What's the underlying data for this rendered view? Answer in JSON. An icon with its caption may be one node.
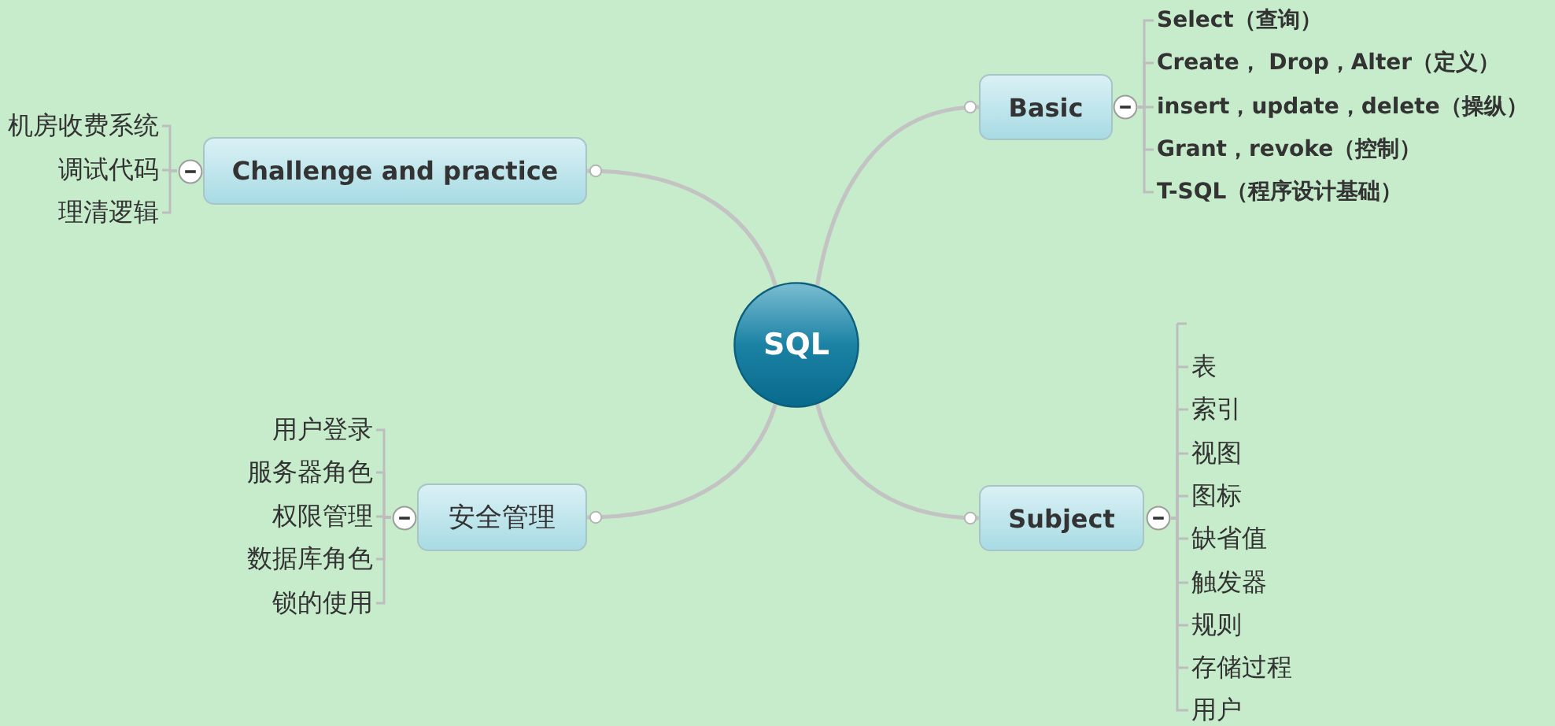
{
  "diagram": {
    "nodes": [
      {
        "text": [
          "SQL"
        ]
      },
      {
        "text": [
          "Basic"
        ]
      },
      {
        "text": [
          "Select（查询）"
        ]
      },
      {
        "text": [
          "Create， Drop，Alter（定义）"
        ]
      },
      {
        "text": [
          "insert，update，delete（操纵）"
        ]
      },
      {
        "text": [
          "Grant，revoke（控制）"
        ]
      },
      {
        "text": [
          "T-SQL（程序设计基础）"
        ]
      },
      {
        "text": [
          "Challenge and practice"
        ]
      },
      {
        "text": [
          "机房收费系统"
        ]
      },
      {
        "text": [
          "调试代码"
        ]
      },
      {
        "text": [
          "理清逻辑"
        ]
      },
      {
        "text": [
          "安全管理"
        ]
      },
      {
        "text": [
          "用户登录"
        ]
      },
      {
        "text": [
          "服务器角色"
        ]
      },
      {
        "text": [
          "权限管理"
        ]
      },
      {
        "text": [
          "数据库角色"
        ]
      },
      {
        "text": [
          "锁的使用"
        ]
      },
      {
        "text": [
          "Subject"
        ]
      },
      {
        "text": [
          "表"
        ]
      },
      {
        "text": [
          "索引"
        ]
      },
      {
        "text": [
          "视图"
        ]
      },
      {
        "text": [
          "图标"
        ]
      },
      {
        "text": [
          "缺省值"
        ]
      },
      {
        "text": [
          "触发器"
        ]
      },
      {
        "text": [
          "规则"
        ]
      },
      {
        "text": [
          "存储过程"
        ]
      },
      {
        "text": [
          "用户"
        ]
      }
    ],
    "edges": [
      {
        "from": 0,
        "to": 1,
        "arrow": "other"
      },
      {
        "from": 0,
        "to": 17,
        "arrow": "other"
      },
      {
        "from": 0,
        "to": 11,
        "arrow": "other"
      },
      {
        "from": 0,
        "to": 7,
        "arrow": "other"
      },
      {
        "from": 1,
        "to": 2,
        "arrow": "none"
      },
      {
        "from": 1,
        "to": 3,
        "arrow": "none"
      },
      {
        "from": 1,
        "to": 4,
        "arrow": "none"
      },
      {
        "from": 1,
        "to": 5,
        "arrow": "none"
      },
      {
        "from": 1,
        "to": 6,
        "arrow": "none"
      },
      {
        "from": 7,
        "to": 8,
        "arrow": "none"
      },
      {
        "from": 7,
        "to": 9,
        "arrow": "none"
      },
      {
        "from": 7,
        "to": 10,
        "arrow": "none"
      },
      {
        "from": 11,
        "to": 12,
        "arrow": "none"
      },
      {
        "from": 11,
        "to": 13,
        "arrow": "none"
      },
      {
        "from": 11,
        "to": 14,
        "arrow": "none"
      },
      {
        "from": 11,
        "to": 15,
        "arrow": "none"
      },
      {
        "from": 11,
        "to": 16,
        "arrow": "none"
      },
      {
        "from": 17,
        "to": 18,
        "arrow": "none"
      },
      {
        "from": 17,
        "to": 19,
        "arrow": "none"
      },
      {
        "from": 17,
        "to": 20,
        "arrow": "none"
      },
      {
        "from": 17,
        "to": 21,
        "arrow": "none"
      },
      {
        "from": 17,
        "to": 22,
        "arrow": "none"
      },
      {
        "from": 17,
        "to": 23,
        "arrow": "none"
      },
      {
        "from": 17,
        "to": 24,
        "arrow": "none"
      },
      {
        "from": 17,
        "to": 25,
        "arrow": "none"
      },
      {
        "from": 17,
        "to": 26,
        "arrow": "none"
      }
    ]
  }
}
